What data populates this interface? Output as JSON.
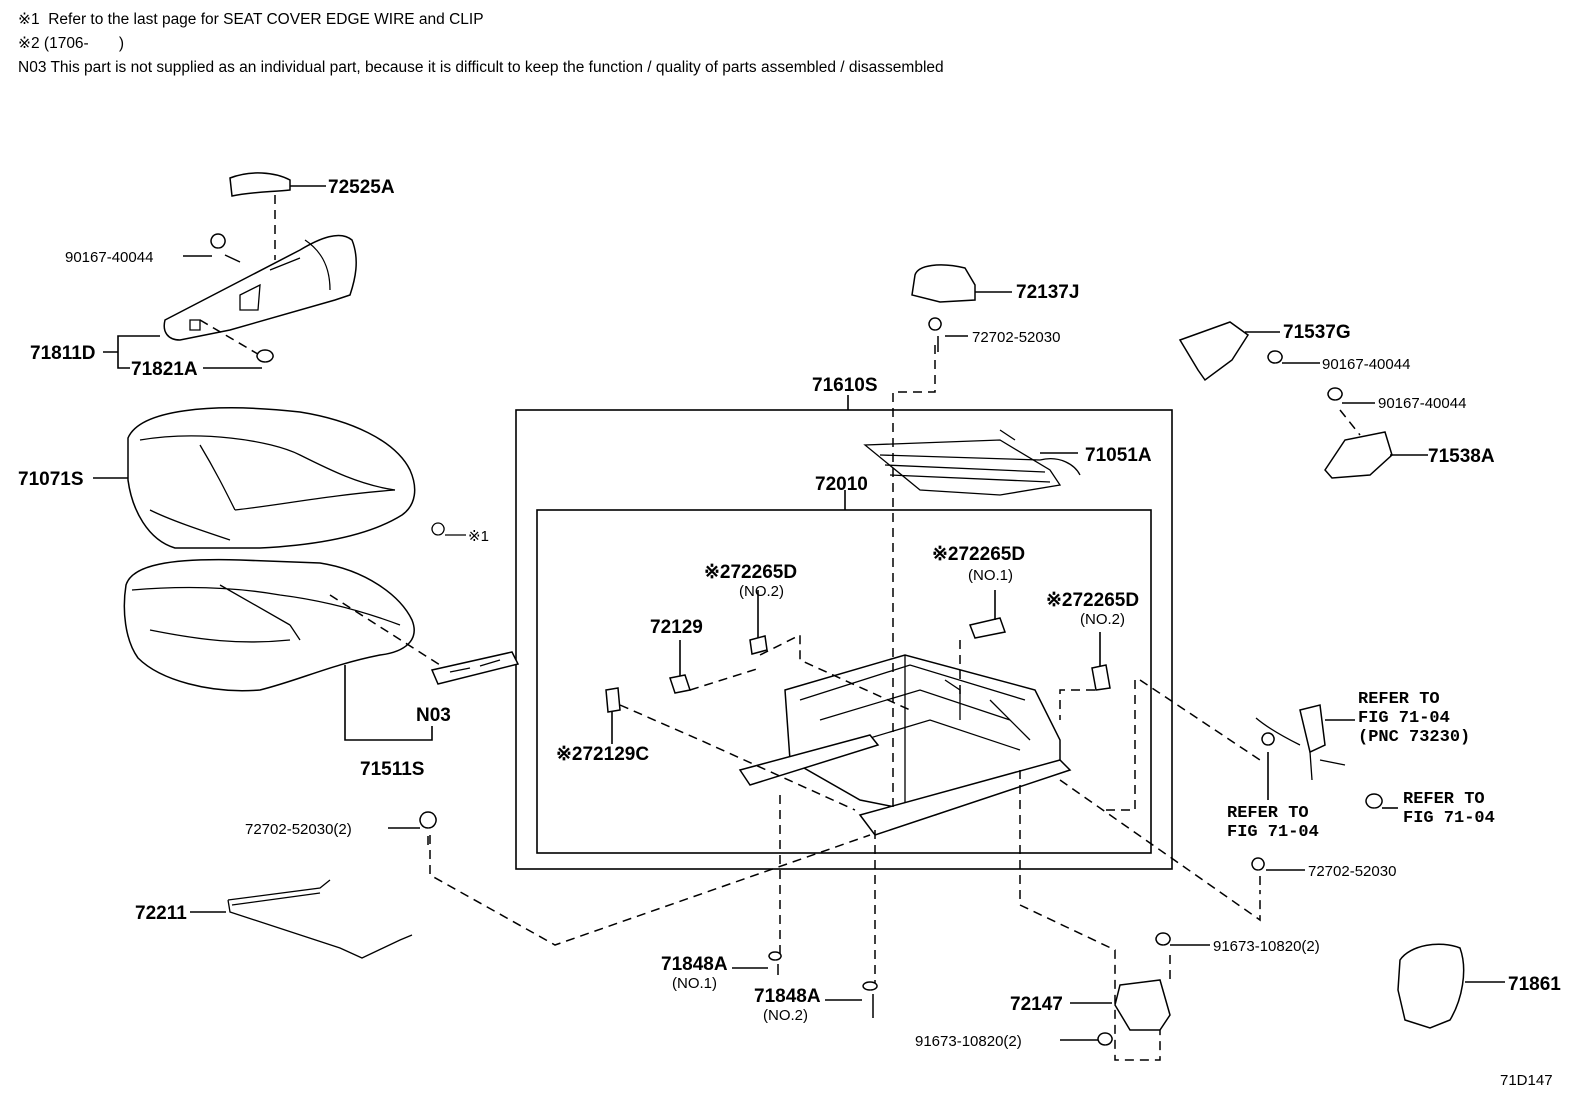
{
  "notes": {
    "note1": "※1  Refer to the last page for SEAT COVER EDGE WIRE and CLIP",
    "note2": "※2 (1706-       )",
    "note3": "N03 This part is not supplied as an individual part, because it is difficult to keep the function / quality of parts assembled / disassembled"
  },
  "labels": {
    "p72525A": "72525A",
    "p90167_a": "90167-40044",
    "p71811D": "71811D",
    "p71821A": "71821A",
    "p71071S": "71071S",
    "ref1": "※1",
    "pN03": "N03",
    "p71511S": "71511S",
    "p72702_2": "72702-52030(2)",
    "p72211": "72211",
    "p72137J": "72137J",
    "p72702_a": "72702-52030",
    "p71610S": "71610S",
    "p71051A": "71051A",
    "p72010": "72010",
    "p72265D_1": "※272265D",
    "p72265D_1_sub": "(NO.1)",
    "p72265D_2a": "※272265D",
    "p72265D_2a_sub": "(NO.2)",
    "p72265D_2b": "※272265D",
    "p72265D_2b_sub": "(NO.2)",
    "p72129": "72129",
    "p72129C": "※272129C",
    "p71848A_1": "71848A",
    "p71848A_1_sub": "(NO.1)",
    "p71848A_2": "71848A",
    "p71848A_2_sub": "(NO.2)",
    "p72147": "72147",
    "p91673_a": "91673-10820(2)",
    "p91673_b": "91673-10820(2)",
    "p71537G": "71537G",
    "p90167_b": "90167-40044",
    "p90167_c": "90167-40044",
    "p71538A": "71538A",
    "ref_a1": "REFER TO",
    "ref_a2": "FIG 71-04",
    "ref_a3": "(PNC 73230)",
    "ref_b1": "REFER TO",
    "ref_b2": "FIG 71-04",
    "ref_c1": "REFER TO",
    "ref_c2": "FIG 71-04",
    "p72702_b": "72702-52030",
    "p71861": "71861",
    "figure_id": "71D147"
  }
}
